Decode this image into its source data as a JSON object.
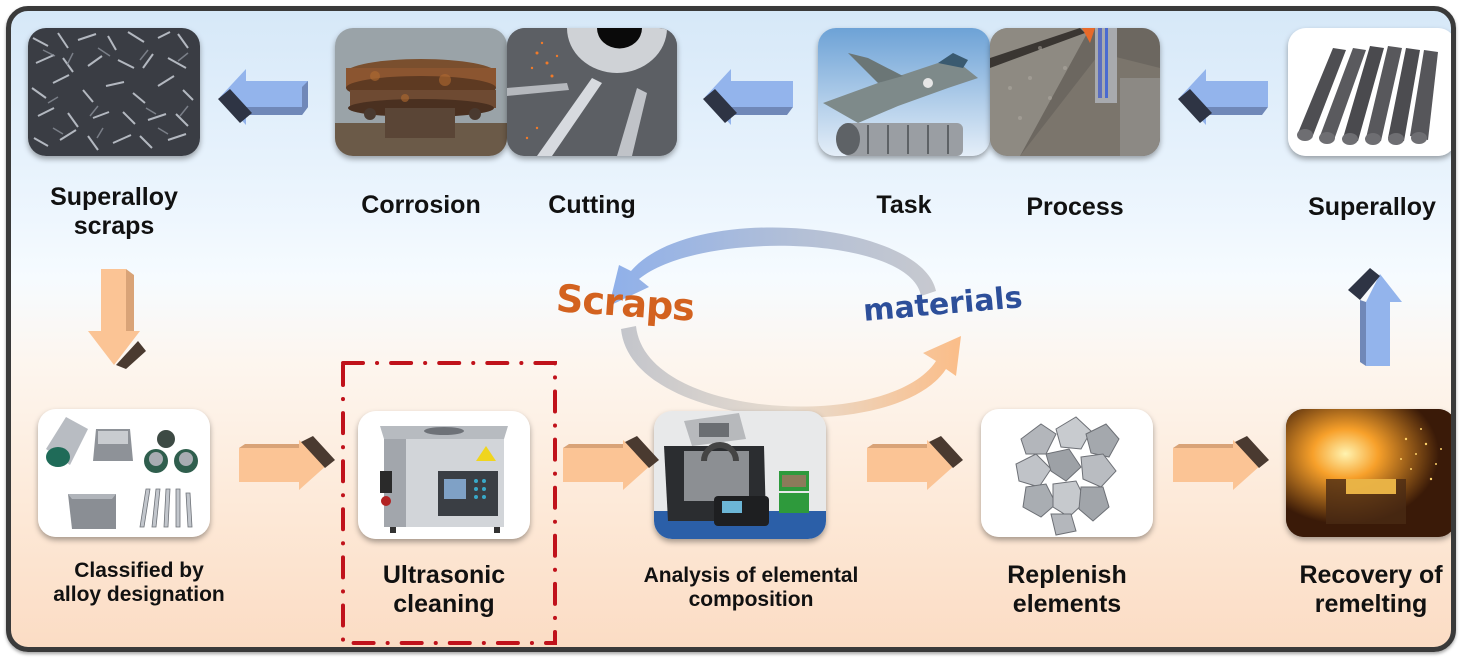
{
  "diagram": {
    "title": "Superalloy scrap recycling cycle",
    "top_row": [
      {
        "id": "superalloy-scraps",
        "label_lines": [
          "Superalloy",
          "scraps"
        ],
        "image": "metal-chips-photo"
      },
      {
        "id": "corrosion",
        "label_lines": [
          "Corrosion"
        ],
        "image": "corroded-flange-photo"
      },
      {
        "id": "cutting",
        "label_lines": [
          "Cutting"
        ],
        "image": "cutting-blade-photo"
      },
      {
        "id": "task",
        "label_lines": [
          "Task"
        ],
        "image": "fighter-jet-engine-photo"
      },
      {
        "id": "process",
        "label_lines": [
          "Process"
        ],
        "image": "machining-photo"
      },
      {
        "id": "superalloy",
        "label_lines": [
          "Superalloy"
        ],
        "image": "alloy-rods-photo"
      }
    ],
    "bottom_row": [
      {
        "id": "classified",
        "label_lines": [
          "Classified by",
          "alloy designation"
        ],
        "image": "sorted-alloy-parts-photo"
      },
      {
        "id": "ultrasonic-cleaning",
        "label_lines": [
          "Ultrasonic",
          "cleaning"
        ],
        "image": "ultrasonic-cleaner-photo",
        "highlighted": true
      },
      {
        "id": "analysis",
        "label_lines": [
          "Analysis of elemental",
          "composition"
        ],
        "image": "xrf-analyzer-photo"
      },
      {
        "id": "replenish",
        "label_lines": [
          "Replenish",
          "elements"
        ],
        "image": "metal-lumps-photo"
      },
      {
        "id": "recovery",
        "label_lines": [
          "Recovery of",
          "remelting"
        ],
        "image": "molten-metal-pour-photo"
      }
    ],
    "cycle": {
      "left_word": "Scraps",
      "right_word": "materials"
    },
    "colors": {
      "blue_arrow": "#93b4ec",
      "blue_arrow_side": "#7088b8",
      "orange_arrow": "#fbc495",
      "orange_arrow_side": "#d9a377",
      "arrow_cap_dark": "#2e3444",
      "arrow_cap_brown": "#4a3a30",
      "highlight_box": "#c0121b",
      "scraps_text": "#d3621f",
      "materials_text": "#2d4f9a",
      "frame_border": "#3a3a3a"
    }
  }
}
